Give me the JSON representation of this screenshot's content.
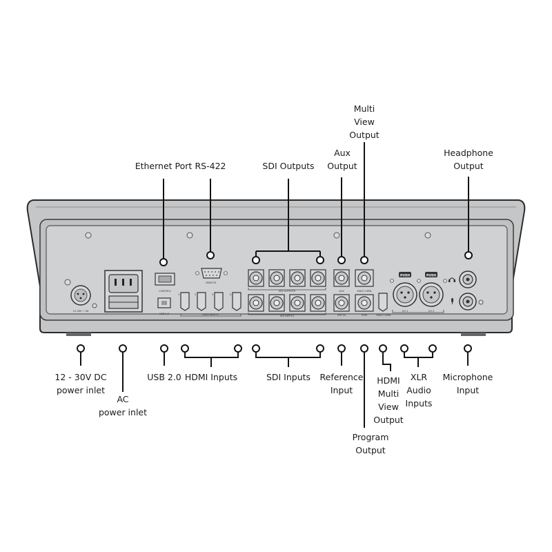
{
  "callouts_top": {
    "ethernet": "Ethernet Port",
    "rs422": "RS-422",
    "sdi_outputs": "SDI Outputs",
    "aux_output": [
      "Aux",
      "Output"
    ],
    "multiview_output": [
      "Multi",
      "View",
      "Output"
    ],
    "headphone_output": [
      "Headphone",
      "Output"
    ]
  },
  "callouts_bottom": {
    "dc_inlet": [
      "12 - 30V DC",
      "power inlet"
    ],
    "ac_inlet": [
      "AC",
      "power inlet"
    ],
    "usb": "USB 2.0",
    "hdmi_inputs": "HDMI Inputs",
    "sdi_inputs": "SDI Inputs",
    "reference_input": [
      "Reference",
      "Input"
    ],
    "hdmi_multiview_output": [
      "HDMI",
      "Multi",
      "View",
      "Output"
    ],
    "program_output": [
      "Program",
      "Output"
    ],
    "xlr_audio_inputs": [
      "XLR",
      "Audio",
      "Inputs"
    ],
    "microphone_input": [
      "Microphone",
      "Input"
    ]
  },
  "panel_labels": {
    "dc": "12-30V ⎓ 5A",
    "control": "CONTROL",
    "remote": "REMOTE",
    "usb": "USB 2.0",
    "hdmi_inputs": "HDMI INPUTS",
    "sdi_outputs": "SDI OUTPUTS",
    "aux": "AUX",
    "multiview": "MULTI VIEW",
    "sdi_inputs": "SDI INPUTS",
    "ref_in": "REF IN",
    "pgm": "PGM",
    "multiview_hdmi": "MULTI VIEW",
    "push": "PUSH",
    "ch1": "CH 1",
    "ch2": "CH 2",
    "nums": [
      "1",
      "2",
      "3",
      "4"
    ]
  }
}
